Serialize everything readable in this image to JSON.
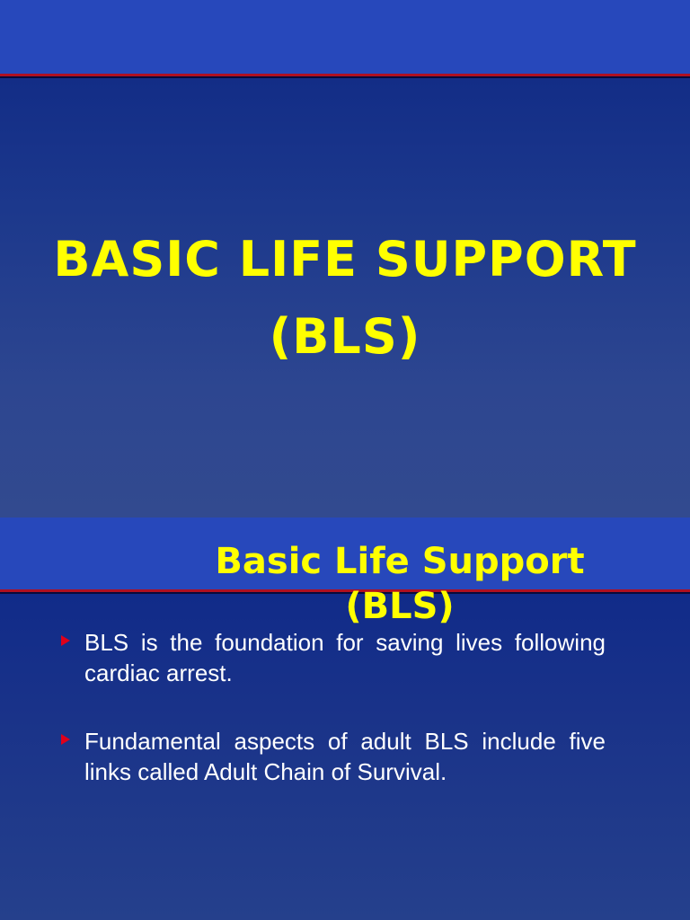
{
  "slides": [
    {
      "title_lines": [
        "BASIC LIFE SUPPORT",
        "(BLS)"
      ]
    },
    {
      "title_lines": [
        "Basic Life Support",
        "(BLS)"
      ],
      "bullets": [
        "BLS is the foundation for saving lives following cardiac arrest.",
        "Fundamental aspects of adult BLS include five links called Adult Chain of Survival."
      ],
      "bullet_icon": "red-triangle-bullet-icon"
    }
  ],
  "colors": {
    "title": "#ffff00",
    "band": "#2748bb",
    "background": "#1a3389",
    "rule": "#b01020",
    "bullet": "#e0001a",
    "body_text": "#ffffff"
  }
}
